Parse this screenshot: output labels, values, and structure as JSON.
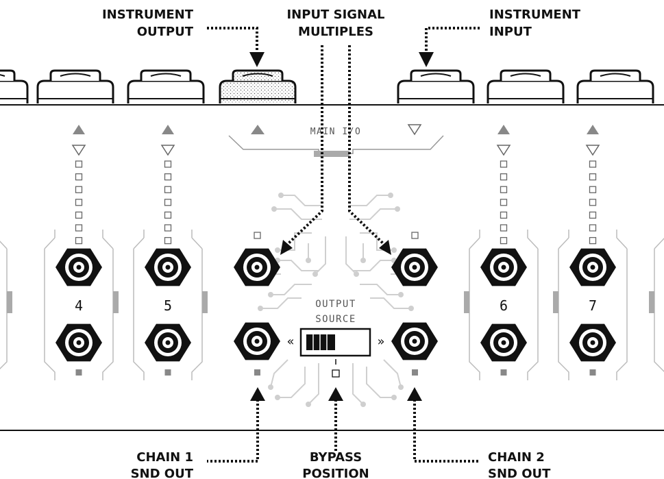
{
  "callouts": {
    "instrument_output": [
      "INSTRUMENT",
      "OUTPUT"
    ],
    "input_signal_multiples": [
      "INPUT SIGNAL",
      "MULTIPLES"
    ],
    "instrument_input": [
      "INSTRUMENT",
      "INPUT"
    ],
    "chain1_snd_out": [
      "CHAIN 1",
      "SND OUT"
    ],
    "bypass_position": [
      "BYPASS",
      "POSITION"
    ],
    "chain2_snd_out": [
      "CHAIN 2",
      "SND OUT"
    ]
  },
  "panel": {
    "main_io_label": "MAIN I/O",
    "output_source_label": [
      "OUTPUT",
      "SOURCE"
    ],
    "switch_left_glyph": "«",
    "switch_right_glyph": "»"
  },
  "loops": [
    {
      "number": "4"
    },
    {
      "number": "5"
    },
    {
      "number": "6"
    },
    {
      "number": "7"
    }
  ],
  "colors": {
    "ink": "#111111",
    "gray": "#888888",
    "light_gray": "#bbbbbb",
    "trace": "#cfcfcf"
  }
}
